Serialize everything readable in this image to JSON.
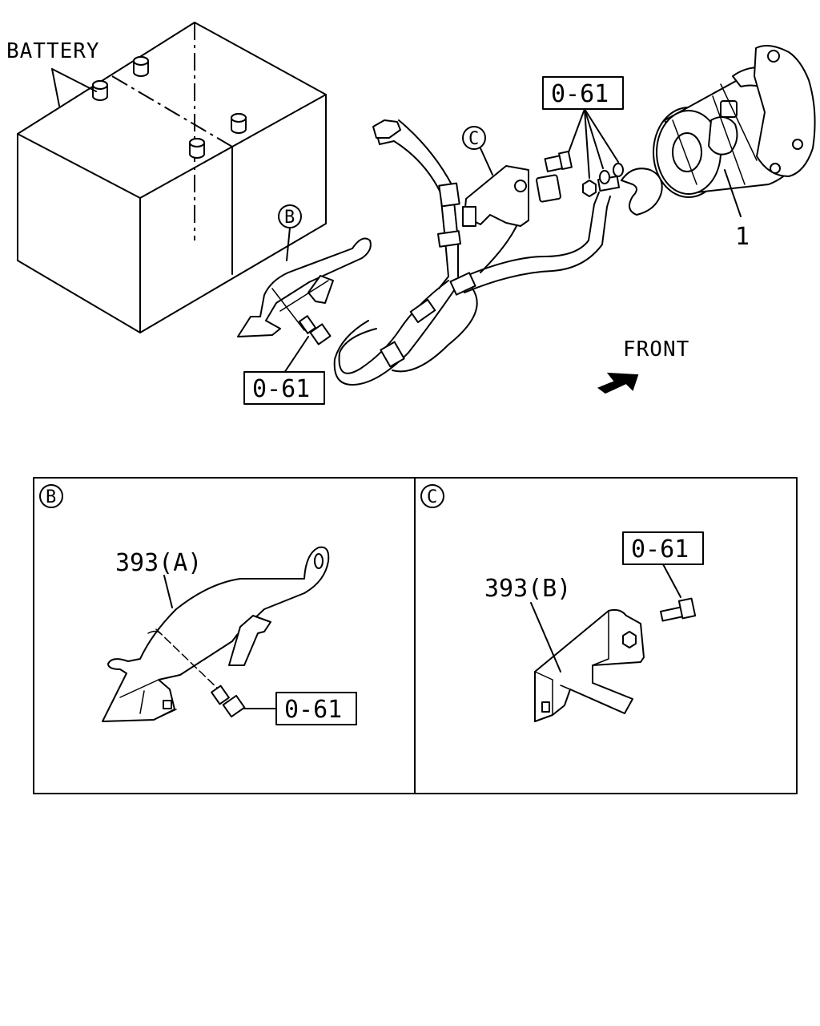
{
  "labels": {
    "battery": "BATTERY",
    "front": "FRONT",
    "part_1": "1",
    "callout_b": "B",
    "callout_c": "C",
    "ref_top_right": "0-61",
    "ref_battery": "0-61",
    "ref_detail_b": "0-61",
    "ref_detail_c": "0-61",
    "part_393a": "393(A)",
    "part_393b": "393(B)",
    "panel_b_letter": "B",
    "panel_c_letter": "C"
  }
}
